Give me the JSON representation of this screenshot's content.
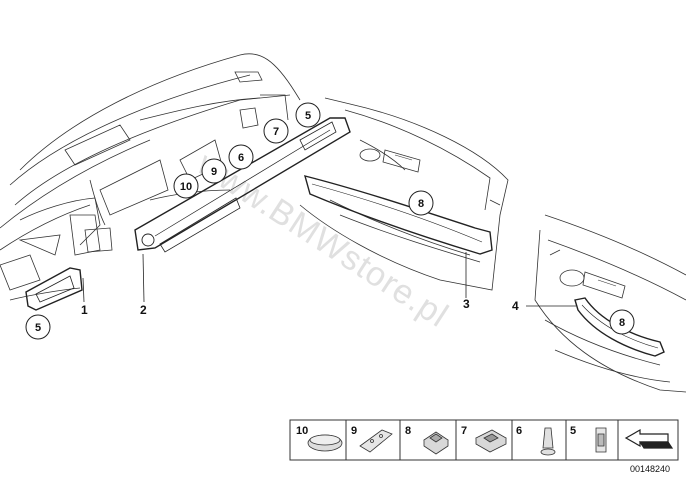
{
  "watermark": "www.BMWstore.pl",
  "diagram_code": "00148240",
  "callouts": {
    "c1": "5",
    "c2": "10",
    "c3": "9",
    "c4": "6",
    "c5": "7",
    "c6": "5",
    "c7": "8",
    "c8": "8"
  },
  "part_labels": {
    "p1": "1",
    "p2": "2",
    "p3": "3",
    "p4": "4"
  },
  "legend": {
    "cells": [
      "10",
      "9",
      "8",
      "7",
      "6",
      "5"
    ]
  },
  "icons": {
    "dashboard": "dashboard-outline-drawing",
    "door_front": "front-door-panel-drawing",
    "door_rear": "rear-door-panel-drawing",
    "nav_arrow": "next-page-arrow-icon"
  }
}
